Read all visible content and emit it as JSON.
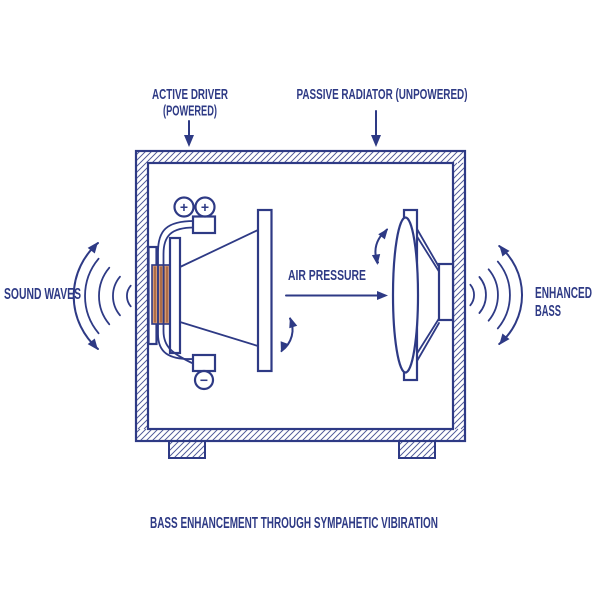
{
  "title": "BASS ENHANCEMENT THROUGH SYMPAHETIC VIBIRATION",
  "labels": {
    "active_driver_line1": "ACTIVE DRIVER",
    "active_driver_line2": "(POWERED)",
    "passive_radiator": "PASSIVE RADIATOR (UNPOWERED)",
    "sound_waves": "SOUND WAVES",
    "air_pressure": "AIR PRESSURE",
    "enhanced_bass_line1": "ENHANCED",
    "enhanced_bass_line2": "BASS",
    "terminal_positive": "+",
    "terminal_negative": "−"
  },
  "colors": {
    "line": "#2e3a85",
    "coil_fill": "#d69a74",
    "coil_stripe": "#a5643e",
    "background": "#ffffff"
  }
}
